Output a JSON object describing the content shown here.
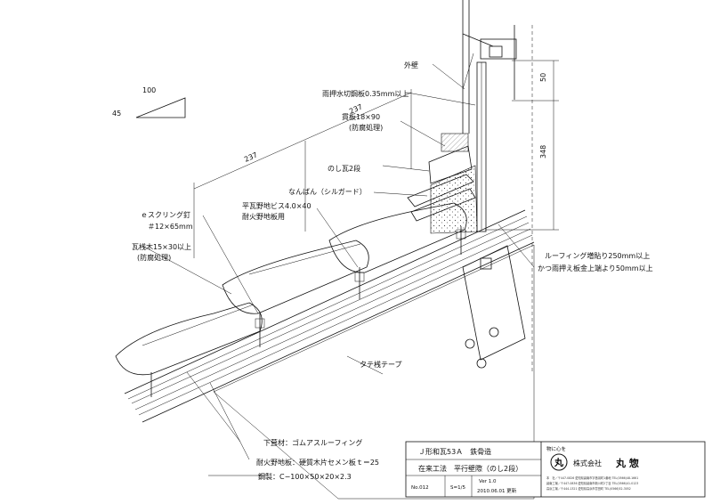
{
  "slope_indicator": {
    "run": "100",
    "rise": "45"
  },
  "dimensions": {
    "rafter_1": "237",
    "rafter_2": "237",
    "dim_top": "50",
    "dim_right": "348"
  },
  "labels": {
    "outer_wall": "外壁",
    "flashing": "雨押水切鋼板0.35mm以上",
    "nuki_board": "貫板18×90",
    "nuki_board_note": "(防腐処理)",
    "noshi_tile": "のし瓦2段",
    "nanban": "なんばん（シルガード）",
    "tile_screw": "平瓦野地ビス4.0×40",
    "tile_screw_note": "耐火野地板用",
    "scring_nail": "ｅスクリング釘",
    "scring_nail_size": "＃12×65mm",
    "batten": "瓦桟木15×30以上",
    "batten_note": "(防腐処理)",
    "roofing_note_1": "ルーフィング増貼り250mm以上",
    "roofing_note_2": "かつ雨押え板金上端より50mm以上",
    "tape": "タテ桟テープ",
    "underlay": "下葺材：ゴムアスルーフィング",
    "sheathing": "耐火野地板：硬質木片セメン板ｔ＝25",
    "steel": "鋼製：C−100×50×20×2.3"
  },
  "title_block": {
    "title_1": "Ｊ形和瓦53Ａ　鉄骨造",
    "title_2": "在来工法　平行壁際（のし2段）",
    "drawing_no": "No.012",
    "scale": "S=1/5",
    "version": "Ver 1.0",
    "date": "2010.06.01 更新",
    "logo_caption": "物に心を",
    "logo_mark": "丸",
    "company_prefix": "株式会社",
    "company_name": "丸 惣",
    "address_lines": [
      "本　社／〒447-0826 愛知県碧南市字音羽町1番地 TEL(0566)48-1661",
      "碧南工場／〒447-0836 愛知県碧南市新川町2丁目 TEL(0566)41-0123",
      "高浜工場／〒444-1321 愛知県高浜市豊田町 TEL(0566)52-3052"
    ]
  }
}
